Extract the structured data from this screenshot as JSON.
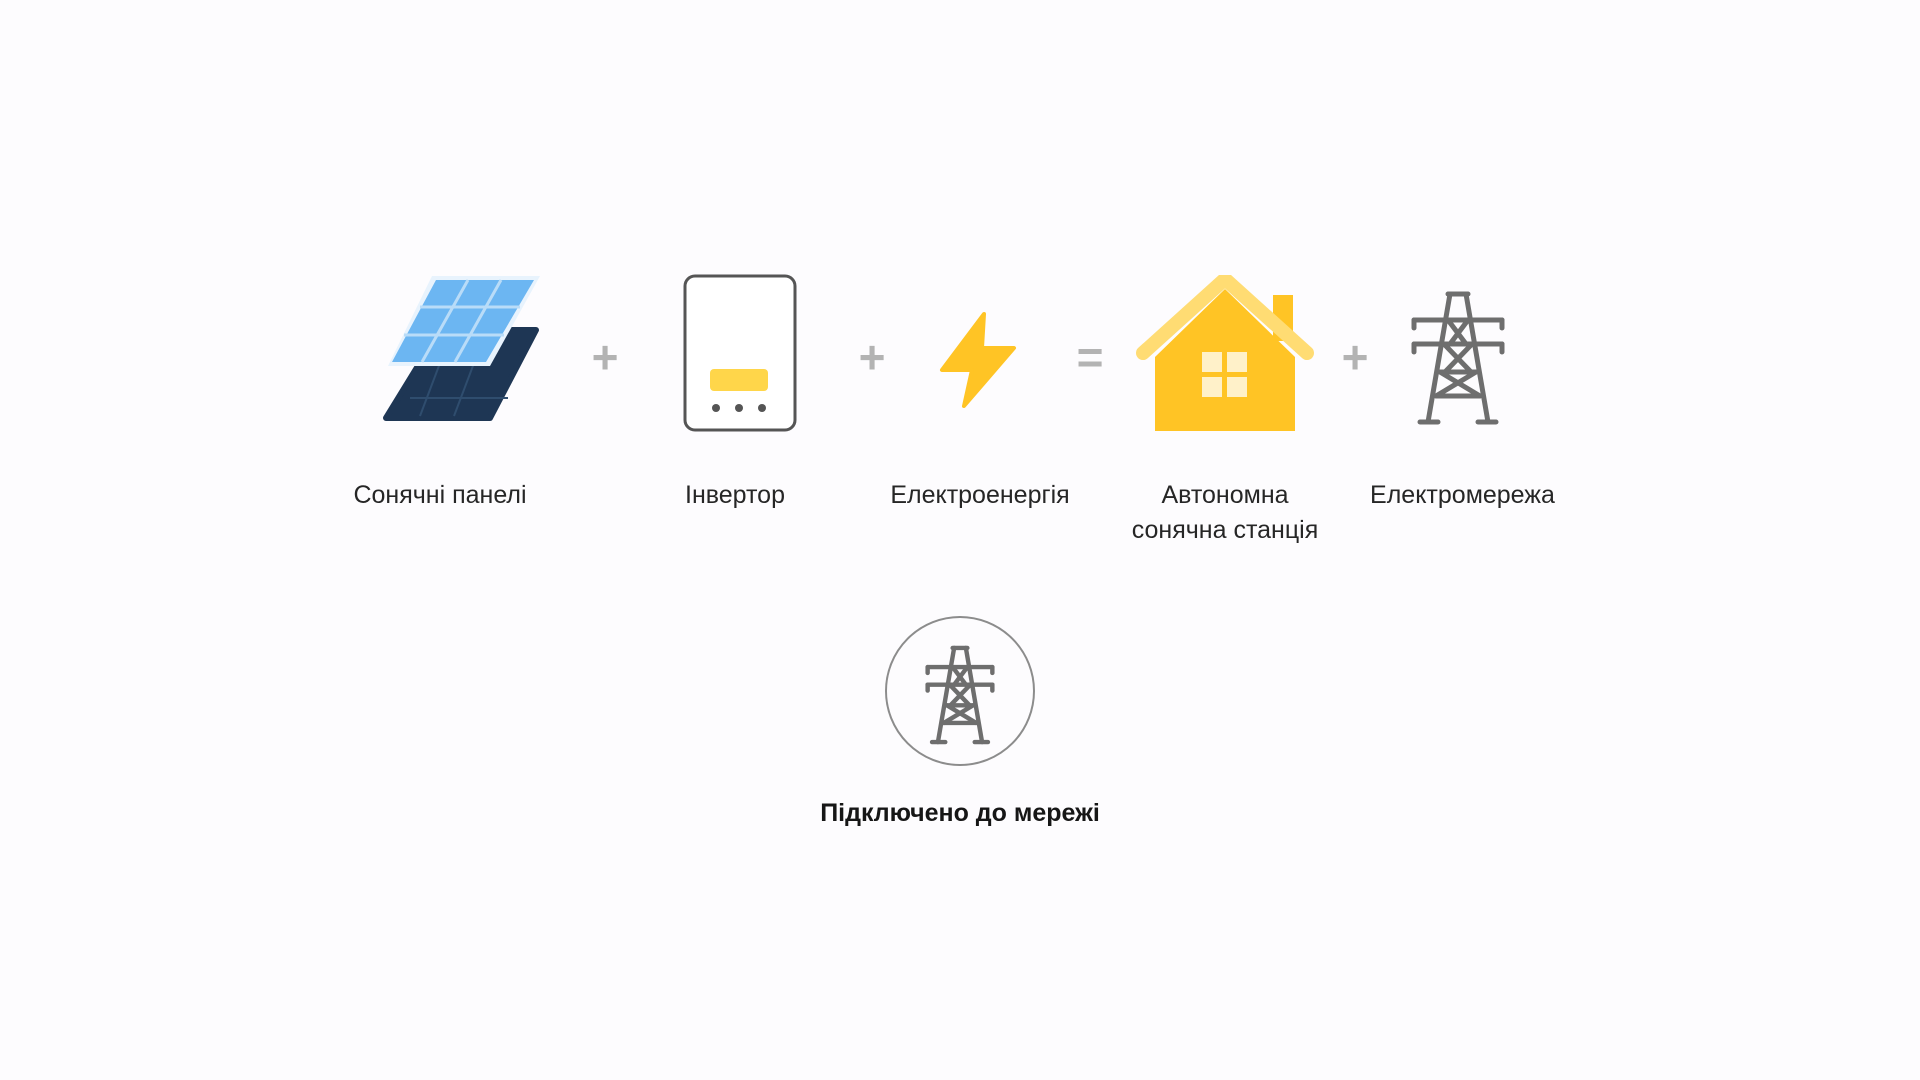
{
  "equation": {
    "items": [
      {
        "id": "solar-panels",
        "label": [
          "Сонячні панелі"
        ],
        "icon": "solar-panel-icon"
      },
      {
        "id": "inverter",
        "label": [
          "Інвертор"
        ],
        "icon": "inverter-icon"
      },
      {
        "id": "electricity",
        "label": [
          "Електроенергія"
        ],
        "icon": "lightning-bolt-icon"
      },
      {
        "id": "solar-station",
        "label": [
          "Автономна",
          "сонячна станція"
        ],
        "icon": "house-icon"
      },
      {
        "id": "power-grid",
        "label": [
          "Електромережа"
        ],
        "icon": "power-tower-icon"
      }
    ],
    "operators": [
      "+",
      "+",
      "=",
      "+"
    ]
  },
  "status": {
    "icon": "power-tower-icon",
    "text": "Підключено до мережі"
  },
  "colors": {
    "panel_light": "#6cb6f2",
    "panel_dark": "#1e3654",
    "accent_yellow": "#ffc425",
    "roof_yellow": "#ffdc73",
    "operator_gray": "#b3b3b3",
    "tower_gray": "#6e6e6e"
  }
}
